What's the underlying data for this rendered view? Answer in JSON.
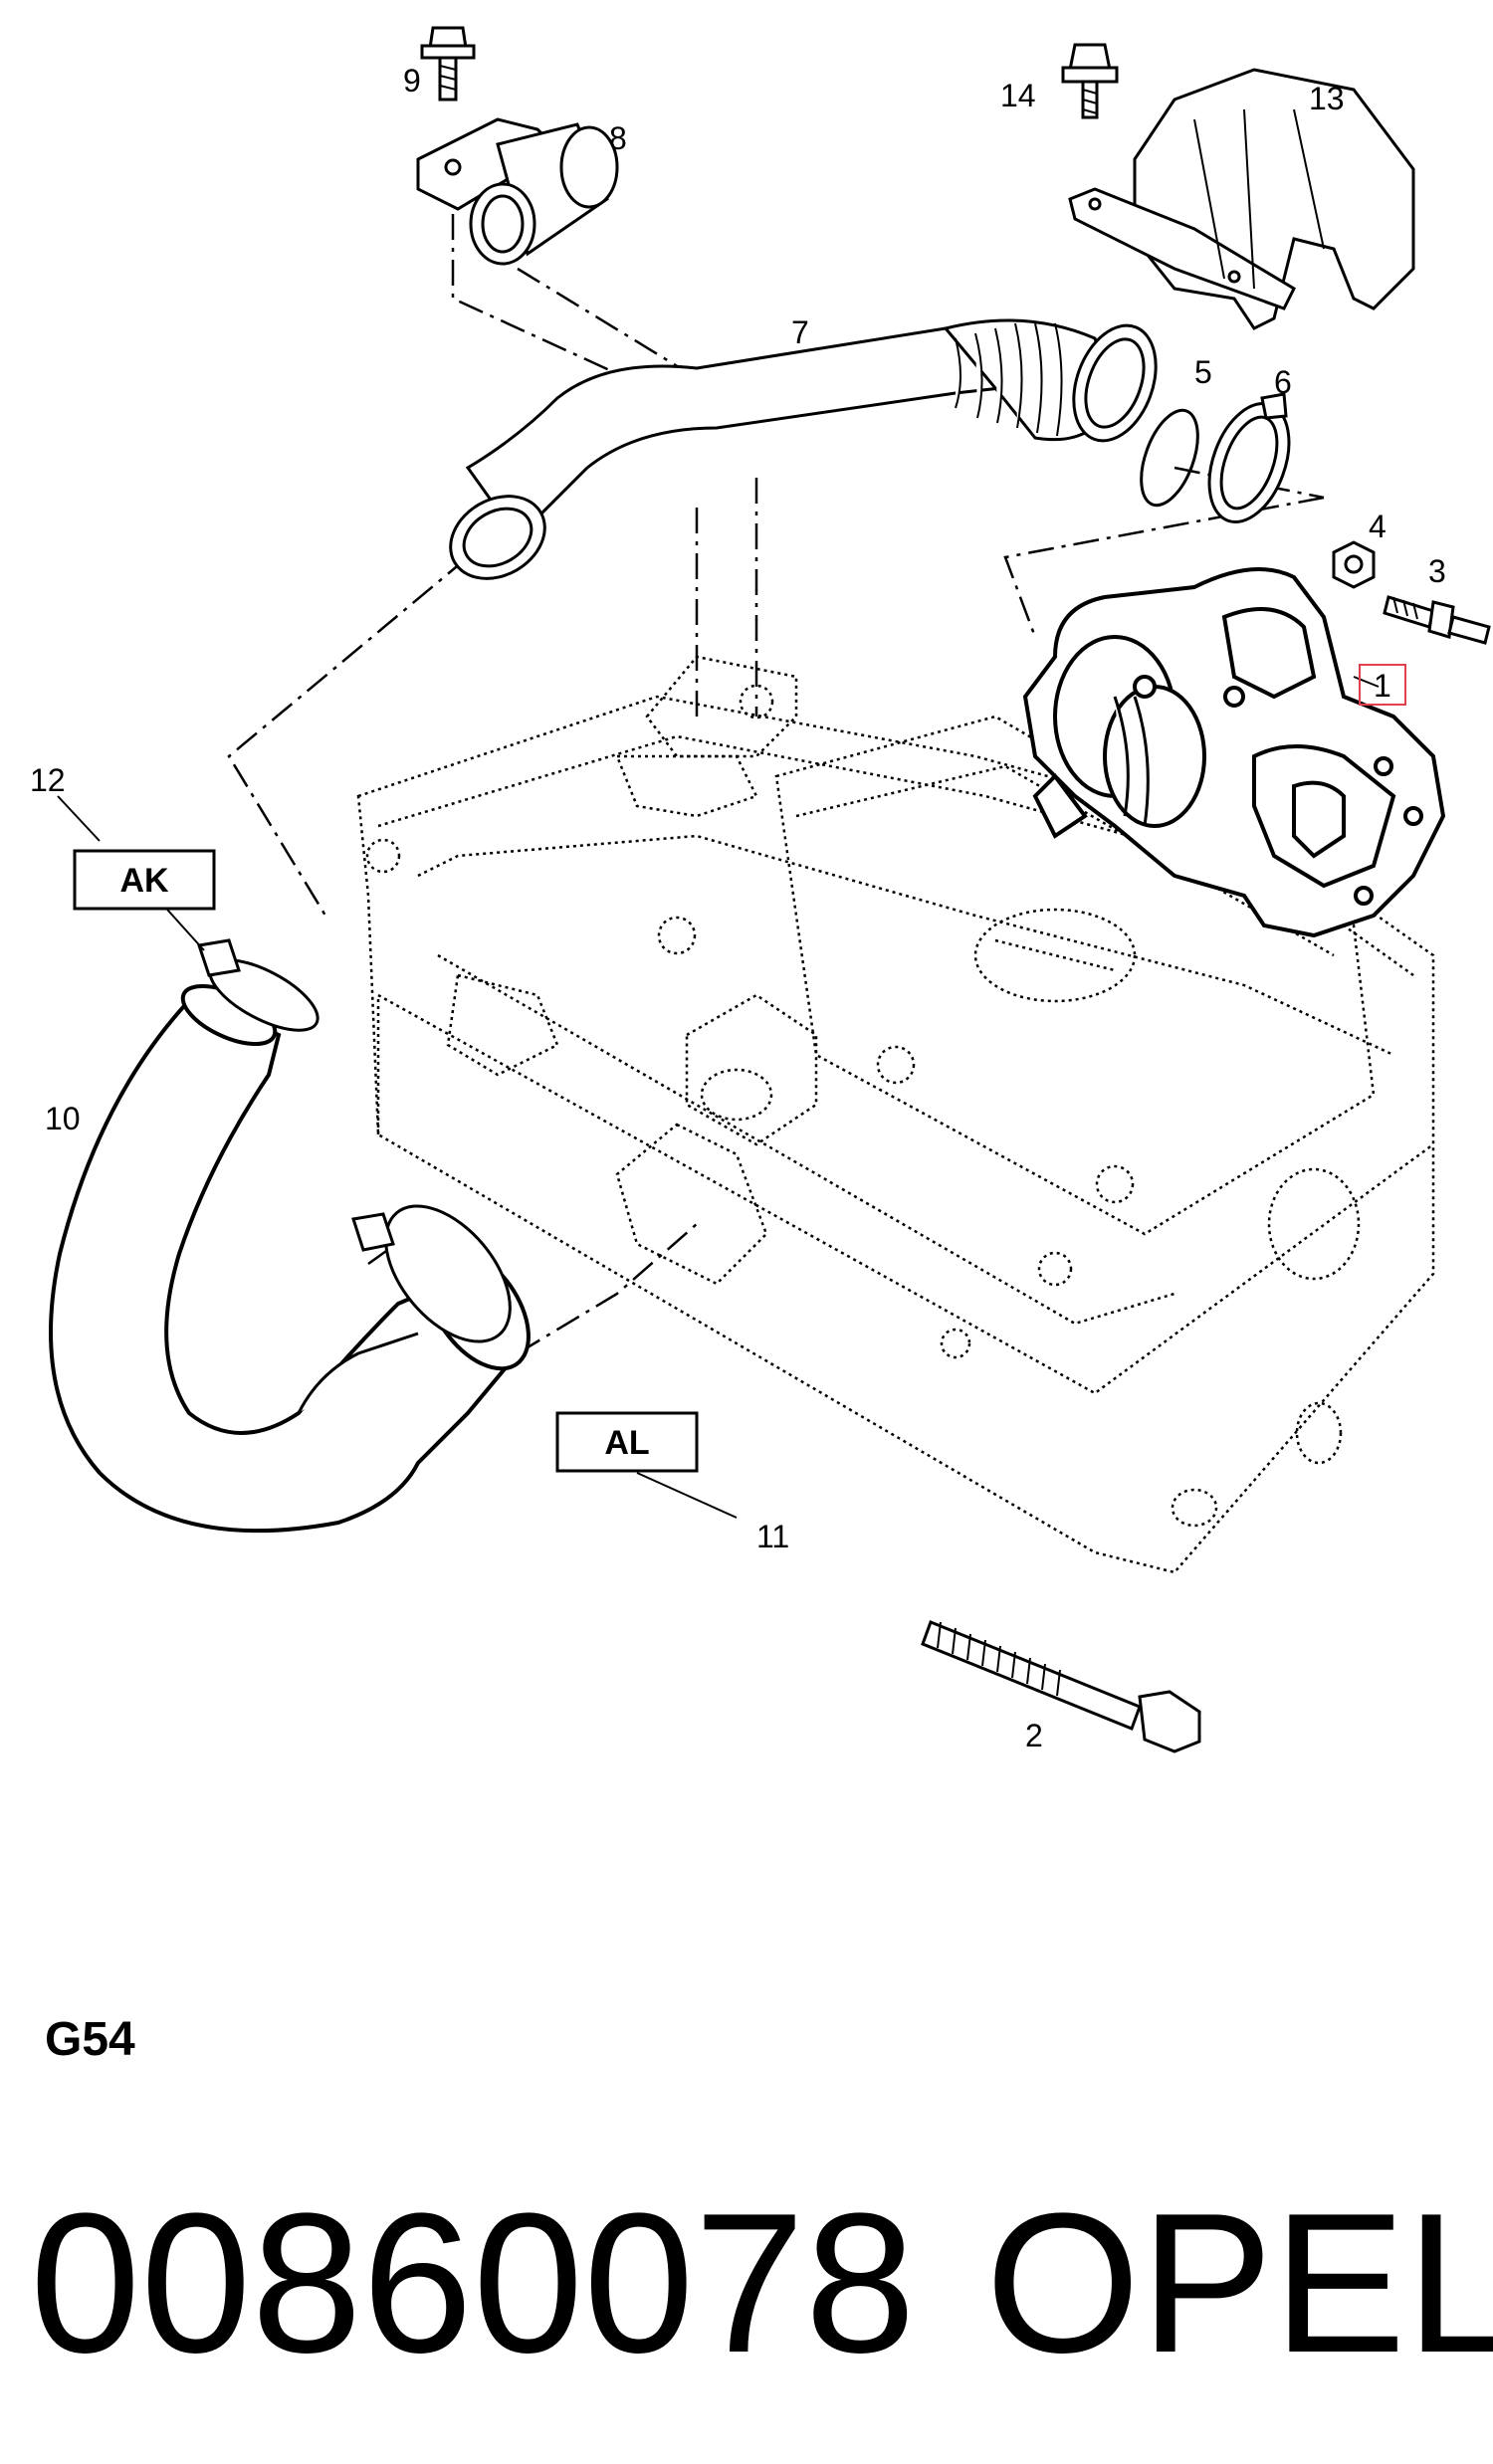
{
  "diagram": {
    "callouts": {
      "c1": "1",
      "c2": "2",
      "c3": "3",
      "c4": "4",
      "c5": "5",
      "c6": "6",
      "c7": "7",
      "c8": "8",
      "c9": "9",
      "c10": "10",
      "c11": "11",
      "c12": "12",
      "c13": "13",
      "c14": "14"
    },
    "boxed_labels": {
      "ak": "AK",
      "al": "AL"
    },
    "group_code": "G54",
    "highlight_color": "#e0424b"
  },
  "footer": {
    "part_number": "00860078",
    "brand": "OPEL"
  }
}
